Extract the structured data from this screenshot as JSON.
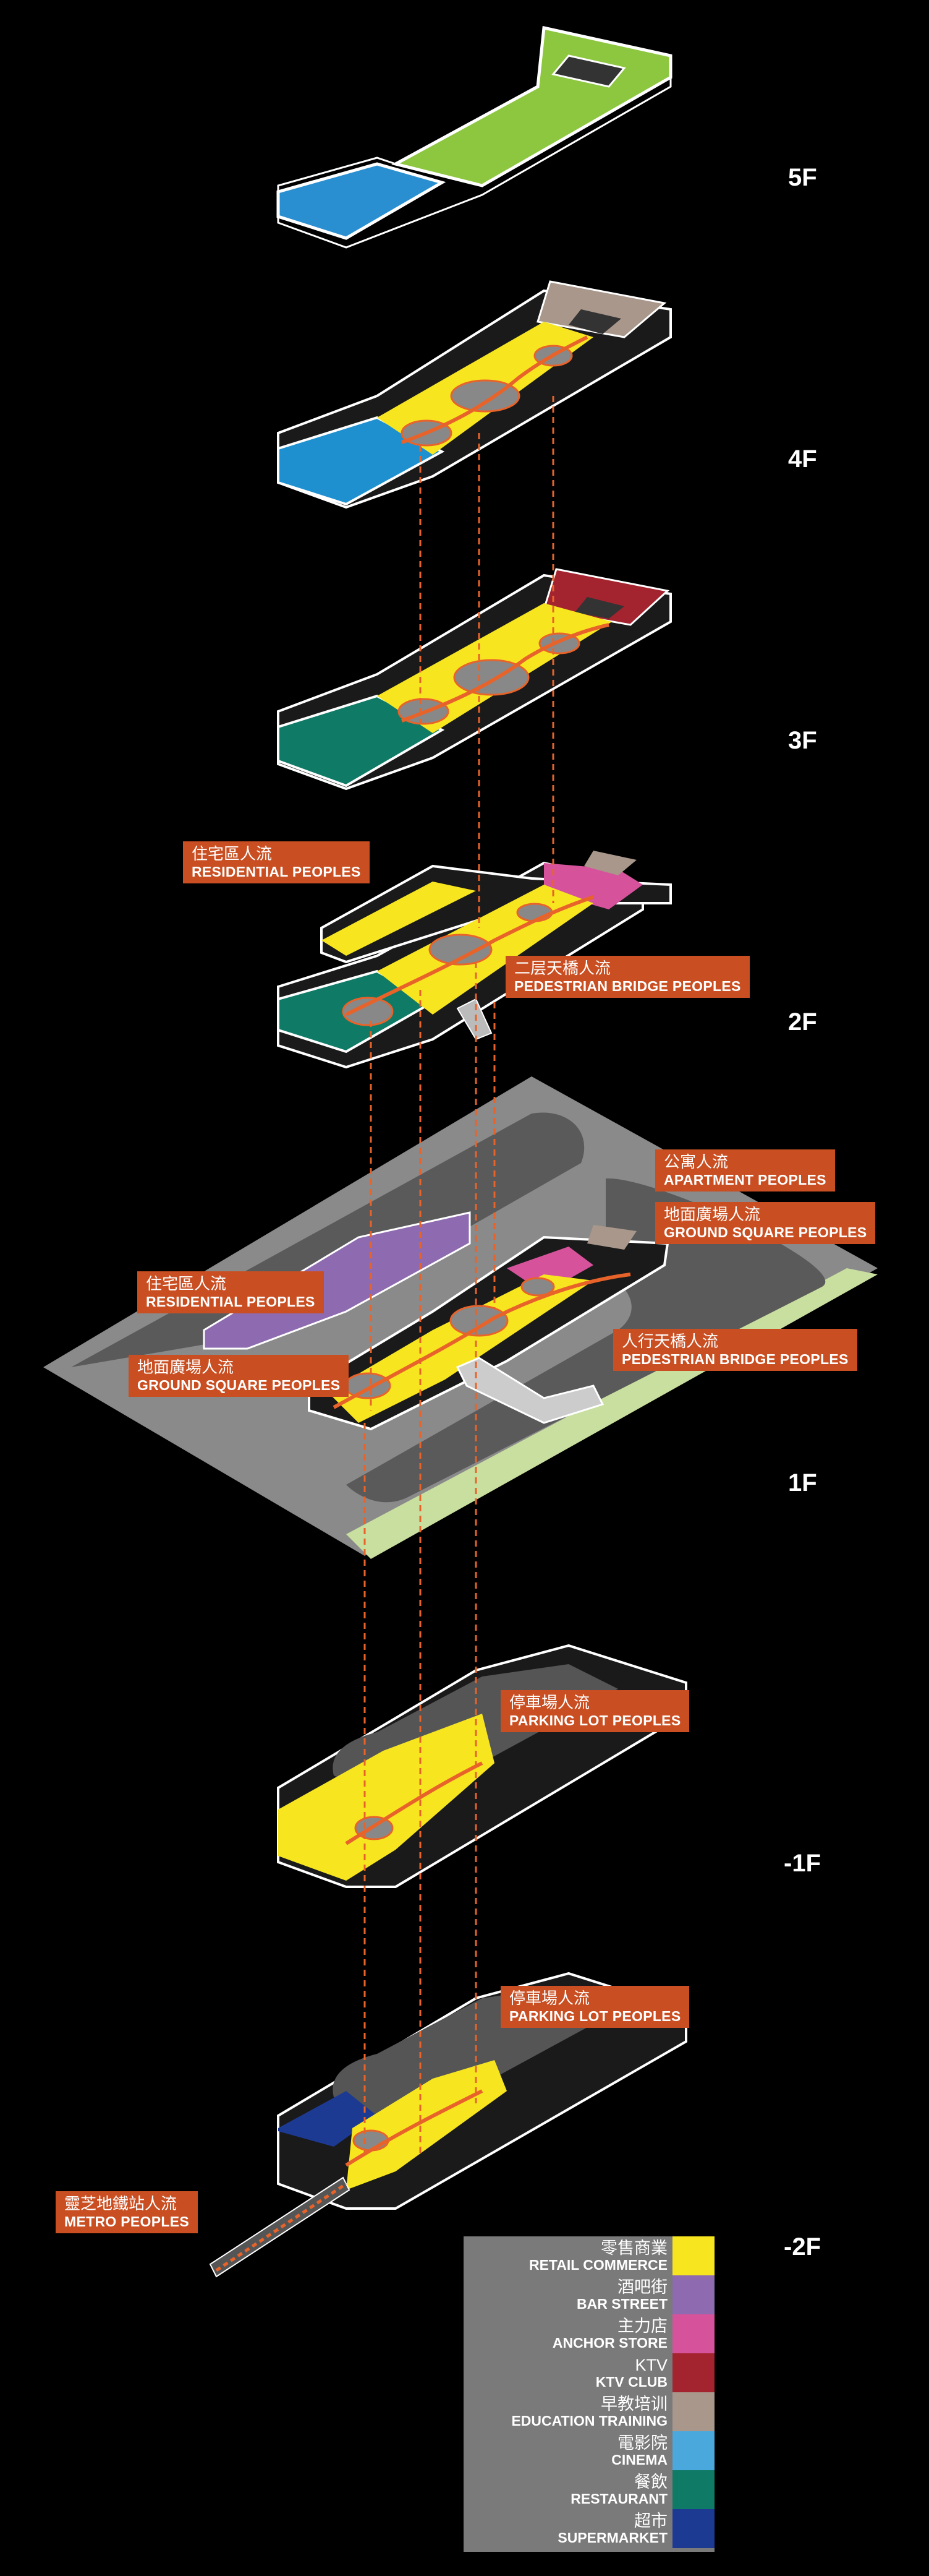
{
  "floors": [
    "5F",
    "4F",
    "3F",
    "2F",
    "1F",
    "-1F",
    "-2F"
  ],
  "callouts": [
    {
      "cn": "住宅區人流",
      "en": "RESIDENTIAL PEOPLES"
    },
    {
      "cn": "二层天橋人流",
      "en": "PEDESTRIAN BRIDGE PEOPLES"
    },
    {
      "cn": "公寓人流",
      "en": "APARTMENT PEOPLES"
    },
    {
      "cn": "地面廣場人流",
      "en": "GROUND SQUARE PEOPLES"
    },
    {
      "cn": "住宅區人流",
      "en": "RESIDENTIAL PEOPLES"
    },
    {
      "cn": "地面廣場人流",
      "en": "GROUND SQUARE PEOPLES"
    },
    {
      "cn": "人行天橋人流",
      "en": "PEDESTRIAN BRIDGE PEOPLES"
    },
    {
      "cn": "停車場人流",
      "en": "PARKING LOT PEOPLES"
    },
    {
      "cn": "停車場人流",
      "en": "PARKING LOT PEOPLES"
    },
    {
      "cn": "靈芝地鐵站人流",
      "en": "METRO PEOPLES"
    }
  ],
  "legend": [
    {
      "cn": "零售商業",
      "en": "RETAIL COMMERCE",
      "color": "#f7e61f"
    },
    {
      "cn": "酒吧街",
      "en": "BAR STREET",
      "color": "#8e6bb0"
    },
    {
      "cn": "主力店",
      "en": "ANCHOR STORE",
      "color": "#d6539c"
    },
    {
      "cn": "KTV",
      "en": "KTV CLUB",
      "color": "#a3232f"
    },
    {
      "cn": "早教培训",
      "en": "EDUCATION TRAINING",
      "color": "#a8978a"
    },
    {
      "cn": "電影院",
      "en": "CINEMA",
      "color": "#4aa8dc"
    },
    {
      "cn": "餐飲",
      "en": "RESTAURANT",
      "color": "#0f7a66"
    },
    {
      "cn": "超市",
      "en": "SUPERMARKET",
      "color": "#1d3a93"
    }
  ],
  "colors": {
    "background": "#000000",
    "retail": "#f7e61f",
    "bar_street": "#8e6bb0",
    "anchor_store": "#d6539c",
    "ktv": "#a3232f",
    "education": "#a8978a",
    "cinema": "#4aa8dc",
    "restaurant": "#0f7a66",
    "supermarket": "#1d3a93",
    "green_roof": "#8dc63f",
    "flow_line": "#e8632a",
    "callout_bg": "#c94f22",
    "ground": "#8a8a8a",
    "road": "#5a5a5a",
    "lawn": "#c9dfa0"
  }
}
